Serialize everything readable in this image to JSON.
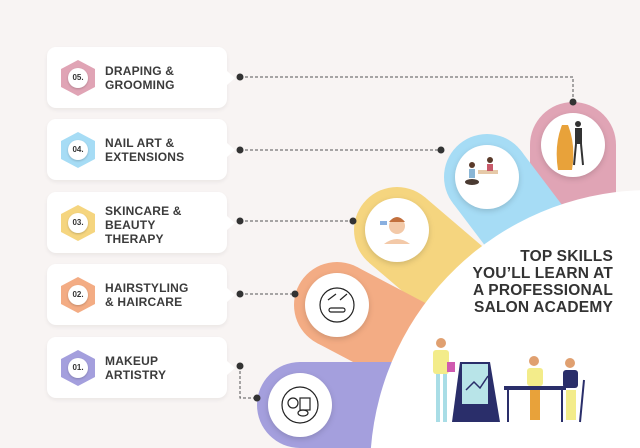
{
  "title_lines": [
    "TOP SKILLS",
    "YOU’LL LEARN AT",
    "A PROFESSIONAL",
    "SALON ACADEMY"
  ],
  "colors": {
    "pink": "#e0a4b5",
    "blue": "#a6dcf5",
    "yellow": "#f5d57f",
    "orange": "#f3ac84",
    "purple": "#a49fdd"
  },
  "items": [
    {
      "number": "05.",
      "label_lines": [
        "DRAPING &",
        "GROOMING"
      ],
      "icon": "draping-icon"
    },
    {
      "number": "04.",
      "label_lines": [
        "NAIL ART &",
        "EXTENSIONS"
      ],
      "icon": "nail-art-icon"
    },
    {
      "number": "03.",
      "label_lines": [
        "SKINCARE &",
        "BEAUTY",
        "THERAPY"
      ],
      "icon": "skincare-icon"
    },
    {
      "number": "02.",
      "label_lines": [
        "HAIRSTYLING",
        "& HAIRCARE"
      ],
      "icon": "hairstyling-tools-icon"
    },
    {
      "number": "01.",
      "label_lines": [
        "MAKEUP",
        "ARTISTRY"
      ],
      "icon": "makeup-kit-icon"
    }
  ]
}
